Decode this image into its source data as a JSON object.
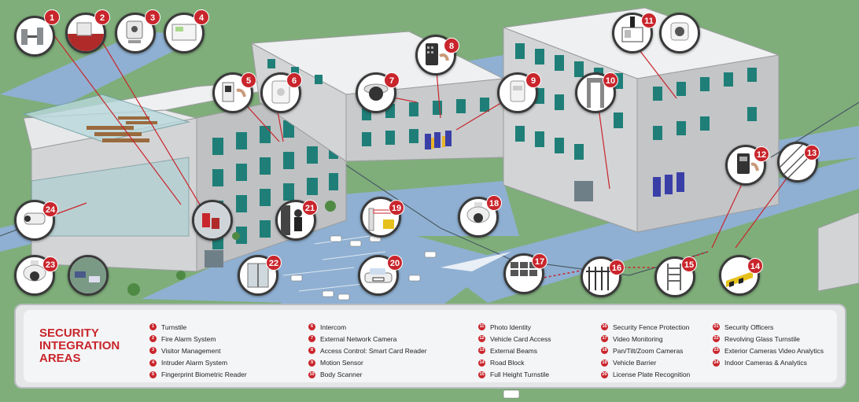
{
  "legend": {
    "title_lines": [
      "SECURITY",
      "INTEGRATION",
      "AREAS"
    ],
    "items": [
      {
        "num": "1",
        "label": "Turnstile"
      },
      {
        "num": "2",
        "label": "Fire Alarm System"
      },
      {
        "num": "3",
        "label": "Visitor Management"
      },
      {
        "num": "4",
        "label": "Intruder Alarm System"
      },
      {
        "num": "5",
        "label": "Fingerprint Biometric Reader"
      },
      {
        "num": "6",
        "label": "Intercom"
      },
      {
        "num": "7",
        "label": "External Network Camera"
      },
      {
        "num": "8",
        "label": "Access Control: Smart Card Reader"
      },
      {
        "num": "9",
        "label": "Motion Sensor"
      },
      {
        "num": "10",
        "label": "Body Scanner"
      },
      {
        "num": "11",
        "label": "Photo Identity"
      },
      {
        "num": "12",
        "label": "Vehicle Card Access"
      },
      {
        "num": "13",
        "label": "External Beams"
      },
      {
        "num": "14",
        "label": "Road Block"
      },
      {
        "num": "15",
        "label": "Full Height Turnstile"
      },
      {
        "num": "16",
        "label": "Security Fence Protection"
      },
      {
        "num": "17",
        "label": "Video Monitoring"
      },
      {
        "num": "18",
        "label": "Pan/Tilt/Zoom Cameras"
      },
      {
        "num": "19",
        "label": "Vehicle Barrier"
      },
      {
        "num": "20",
        "label": "License Plate Recognition"
      },
      {
        "num": "21",
        "label": "Security Officers"
      },
      {
        "num": "22",
        "label": "Revolving Glass Turnstile"
      },
      {
        "num": "23",
        "label": "Exterior Cameras Video Analytics"
      },
      {
        "num": "24",
        "label": "Indoor Cameras & Analytics"
      }
    ]
  },
  "callouts": [
    {
      "num": "1",
      "icon": "turnstile-icon"
    },
    {
      "num": "2",
      "icon": "fire-alarm-icon"
    },
    {
      "num": "3",
      "icon": "visitor-kiosk-icon"
    },
    {
      "num": "4",
      "icon": "alarm-keypad-icon"
    },
    {
      "num": "5",
      "icon": "fingerprint-reader-icon"
    },
    {
      "num": "6",
      "icon": "intercom-icon"
    },
    {
      "num": "7",
      "icon": "dome-camera-icon"
    },
    {
      "num": "8",
      "icon": "smart-card-reader-icon"
    },
    {
      "num": "9",
      "icon": "motion-sensor-icon"
    },
    {
      "num": "10",
      "icon": "body-scanner-icon"
    },
    {
      "num": "11",
      "icon": "photo-id-icon"
    },
    {
      "num": "12",
      "icon": "vehicle-card-reader-icon"
    },
    {
      "num": "13",
      "icon": "external-beams-icon"
    },
    {
      "num": "14",
      "icon": "road-block-icon"
    },
    {
      "num": "15",
      "icon": "full-height-turnstile-icon"
    },
    {
      "num": "16",
      "icon": "security-fence-icon"
    },
    {
      "num": "17",
      "icon": "video-wall-icon"
    },
    {
      "num": "18",
      "icon": "ptz-camera-icon"
    },
    {
      "num": "19",
      "icon": "vehicle-barrier-icon"
    },
    {
      "num": "20",
      "icon": "license-plate-car-icon"
    },
    {
      "num": "21",
      "icon": "security-officer-icon"
    },
    {
      "num": "22",
      "icon": "revolving-door-icon"
    },
    {
      "num": "23",
      "icon": "exterior-camera-icon"
    },
    {
      "num": "24",
      "icon": "indoor-bullet-camera-icon"
    }
  ],
  "colors": {
    "accent_red": "#c9252c",
    "grass": "#7fae7a",
    "road": "#8fb0d2",
    "building_wall": "#d9dadb",
    "window_teal": "#1f7f78"
  }
}
